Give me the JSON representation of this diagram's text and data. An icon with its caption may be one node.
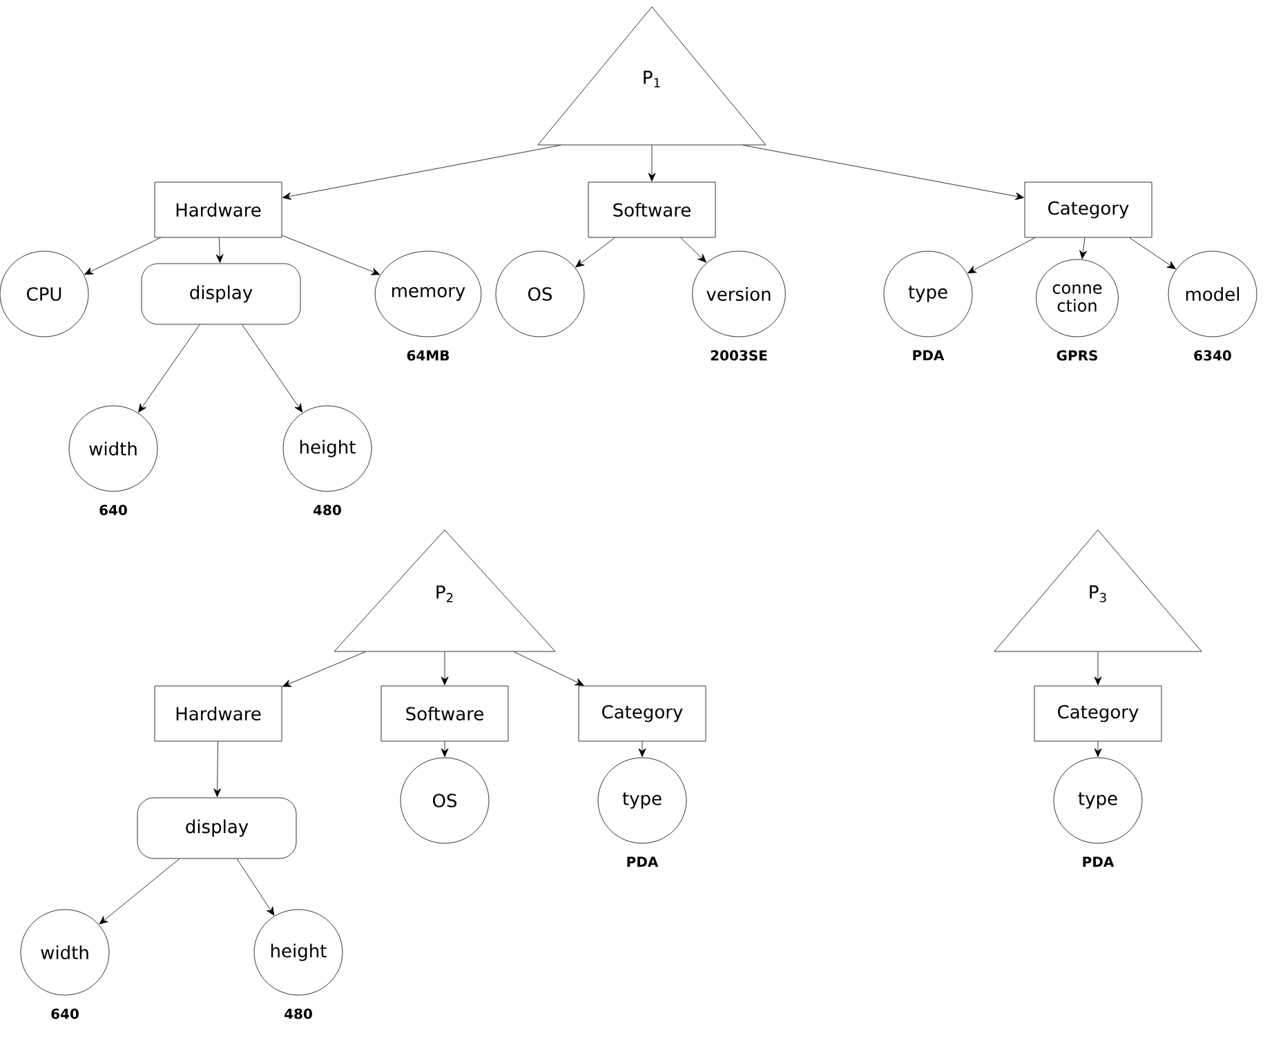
{
  "diagram": {
    "nodes": [
      {
        "text": [
          "P$_{1}$"
        ]
      },
      {
        "text": [
          "Hardware"
        ]
      },
      {
        "text": [
          "Software"
        ]
      },
      {
        "text": [
          "Category"
        ]
      },
      {
        "text": [
          "CPU"
        ]
      },
      {
        "text": [
          "display"
        ]
      },
      {
        "text": [
          "memory"
        ],
        "beside": [
          "64MB"
        ]
      },
      {
        "text": [
          "OS"
        ]
      },
      {
        "text": [
          "version"
        ],
        "beside": [
          "2003SE"
        ]
      },
      {
        "text": [
          "type"
        ],
        "beside": [
          "PDA"
        ]
      },
      {
        "text": [
          "conne ction"
        ],
        "beside": [
          "GPRS"
        ]
      },
      {
        "text": [
          "model"
        ],
        "beside": [
          "6340"
        ]
      },
      {
        "text": [
          "width"
        ],
        "beside": [
          "640"
        ]
      },
      {
        "text": [
          "height"
        ],
        "beside": [
          "480"
        ]
      },
      {
        "text": [
          "P$_{2}$"
        ]
      },
      {
        "text": [
          "Hardware"
        ]
      },
      {
        "text": [
          "Software"
        ]
      },
      {
        "text": [
          "Category"
        ]
      },
      {
        "text": [
          "display"
        ]
      },
      {
        "text": [
          "OS"
        ]
      },
      {
        "text": [
          "type"
        ],
        "beside": [
          "PDA"
        ]
      },
      {
        "text": [
          "width"
        ],
        "beside": [
          "640"
        ]
      },
      {
        "text": [
          "height"
        ],
        "beside": [
          "480"
        ]
      },
      {
        "text": [
          "P$_{3}$"
        ]
      },
      {
        "text": [
          "Category"
        ]
      },
      {
        "text": [
          "type"
        ],
        "beside": [
          "PDA"
        ]
      }
    ],
    "edges": [
      {
        "from": 0,
        "to": 1,
        "arrow": "to"
      },
      {
        "from": 0,
        "to": 2,
        "arrow": "to"
      },
      {
        "from": 0,
        "to": 3,
        "arrow": "to"
      },
      {
        "from": 1,
        "to": 4,
        "arrow": "to"
      },
      {
        "from": 1,
        "to": 5,
        "arrow": "to"
      },
      {
        "from": 1,
        "to": 6,
        "arrow": "to"
      },
      {
        "from": 2,
        "to": 7,
        "arrow": "to"
      },
      {
        "from": 2,
        "to": 8,
        "arrow": "to"
      },
      {
        "from": 3,
        "to": 9,
        "arrow": "to"
      },
      {
        "from": 3,
        "to": 10,
        "arrow": "to"
      },
      {
        "from": 3,
        "to": 11,
        "arrow": "to"
      },
      {
        "from": 5,
        "to": 12,
        "arrow": "to"
      },
      {
        "from": 5,
        "to": 13,
        "arrow": "to"
      },
      {
        "from": 14,
        "to": 15,
        "arrow": "to"
      },
      {
        "from": 14,
        "to": 16,
        "arrow": "to"
      },
      {
        "from": 14,
        "to": 17,
        "arrow": "to"
      },
      {
        "from": 15,
        "to": 18,
        "arrow": "to"
      },
      {
        "from": 16,
        "to": 19,
        "arrow": "to"
      },
      {
        "from": 17,
        "to": 20,
        "arrow": "to"
      },
      {
        "from": 18,
        "to": 21,
        "arrow": "to"
      },
      {
        "from": 18,
        "to": 22,
        "arrow": "to"
      },
      {
        "from": 23,
        "to": 24,
        "arrow": "to"
      },
      {
        "from": 24,
        "to": 25,
        "arrow": "to"
      }
    ]
  }
}
